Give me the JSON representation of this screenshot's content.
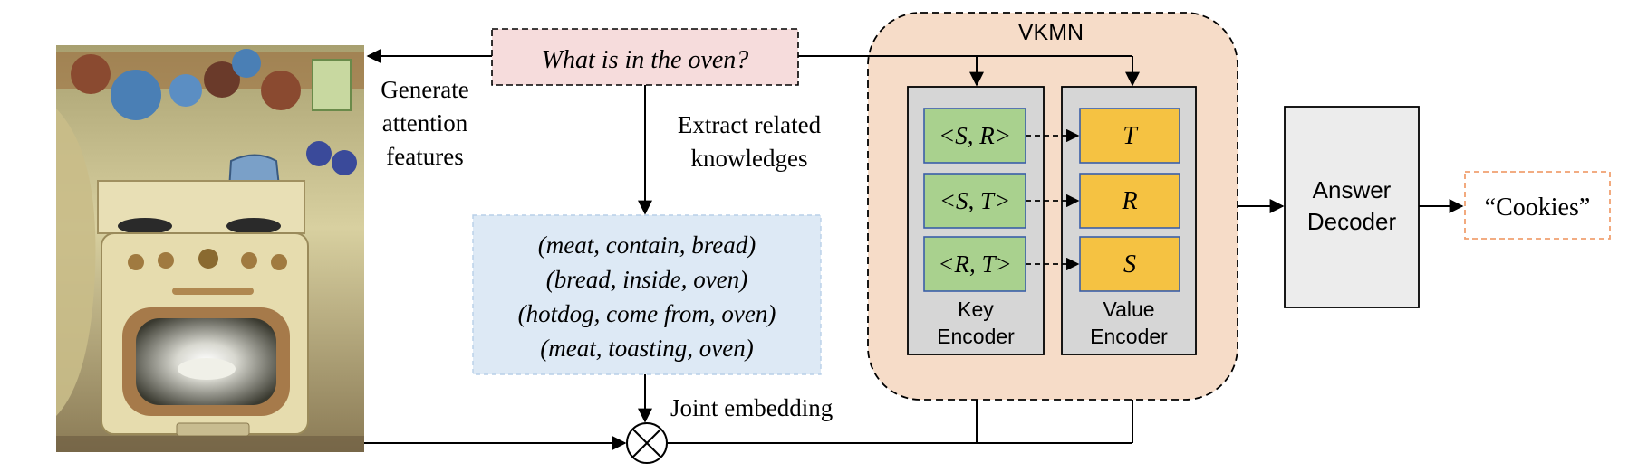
{
  "question": "What is in the oven?",
  "labels": {
    "generate_attention_line1": "Generate",
    "generate_attention_line2": "attention",
    "generate_attention_line3": "features",
    "extract_line1": "Extract related",
    "extract_line2": "knowledges",
    "joint_embedding": "Joint embedding"
  },
  "knowledge_triples": [
    "(meat, contain, bread)",
    "(bread, inside, oven)",
    "(hotdog, come from, oven)",
    "(meat, toasting, oven)"
  ],
  "vkmn": {
    "title": "VKMN",
    "key_encoder": {
      "line1": "Key",
      "line2": "Encoder",
      "slots": [
        "<S, R>",
        "<S, T>",
        "<R, T>"
      ]
    },
    "value_encoder": {
      "line1": "Value",
      "line2": "Encoder",
      "slots": [
        "T",
        "R",
        "S"
      ]
    }
  },
  "decoder": {
    "line1": "Answer",
    "line2": "Decoder"
  },
  "answer": "“Cookies”",
  "colors": {
    "question_fill": "#f6dcdc",
    "knowledge_fill": "#dde9f5",
    "vkmn_fill": "#f6dcc8",
    "encoder_fill": "#d6d6d6",
    "key_slot_fill": "#a9d18e",
    "key_slot_stroke": "#3a5ea8",
    "value_slot_fill": "#f5c242",
    "value_slot_stroke": "#3a5ea8",
    "decoder_fill": "#ececec",
    "answer_stroke": "#f0a070"
  },
  "icons": [
    "kitchen-oven-photo",
    "joint-embedding-otimes-icon"
  ]
}
